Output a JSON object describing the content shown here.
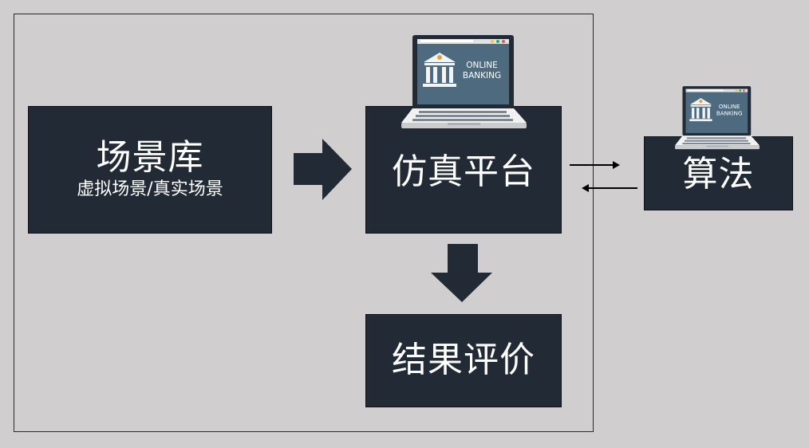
{
  "scene_library": {
    "title": "场景库",
    "subtitle": "虚拟场景/真实场景"
  },
  "simulation_platform": {
    "title": "仿真平台"
  },
  "result_evaluation": {
    "title": "结果评价"
  },
  "algorithm": {
    "title": "算法"
  },
  "laptop_large": {
    "line1": "ONLINE",
    "line2": "BANKING"
  },
  "laptop_small": {
    "line1": "ONLINE",
    "line2": "BANKING"
  },
  "icons": [
    "laptop-bank-icon",
    "bank-building-icon"
  ],
  "colors": {
    "background": "#d0cece",
    "box_fill": "#222a35",
    "text": "#ffffff",
    "arrow": "#222a35"
  }
}
